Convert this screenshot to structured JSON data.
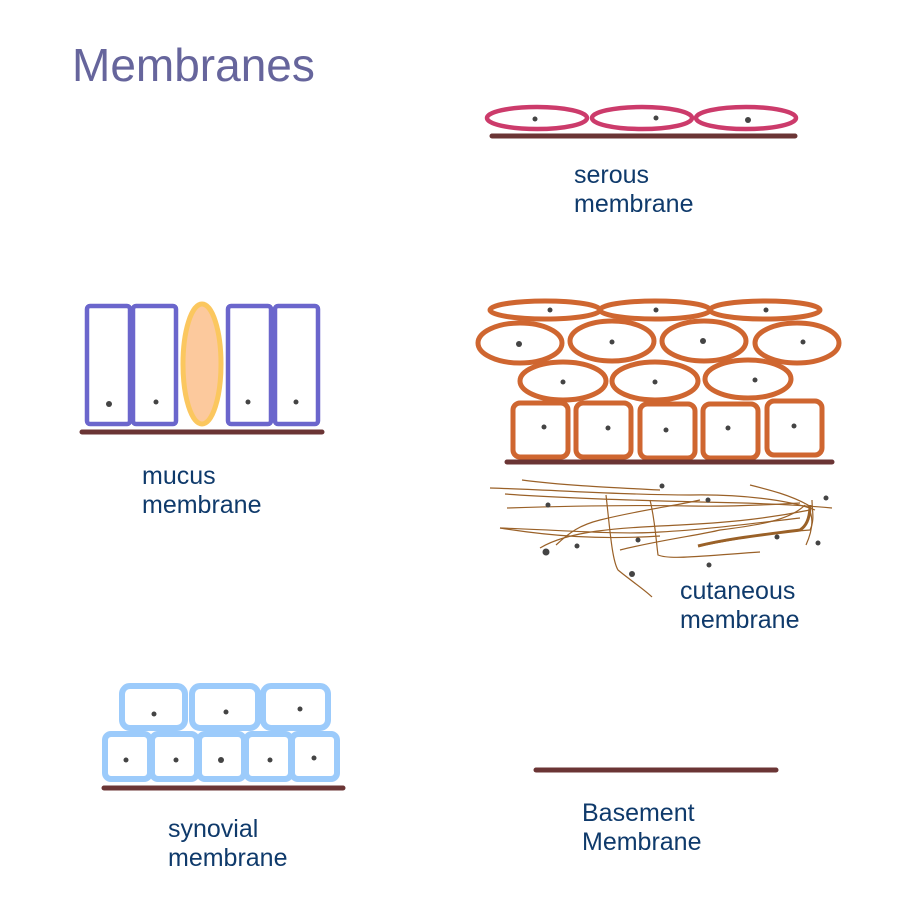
{
  "title": "Membranes",
  "colors": {
    "title": "#66659c",
    "label": "#0f3a6b",
    "basement": "#6b3535",
    "serous": "#cc3b6b",
    "mucus_cell": "#6b66cc",
    "goblet_stroke": "#fbc75f",
    "goblet_fill": "#fcc99d",
    "cutaneous": "#cf6630",
    "connective": "#9a6128",
    "synovial": "#9ccbfb",
    "nucleus": "#444444"
  },
  "labels": {
    "serous": [
      "serous",
      "membrane"
    ],
    "mucus": [
      "mucus",
      "membrane"
    ],
    "cutaneous": [
      "cutaneous",
      "membrane"
    ],
    "synovial": [
      "synovial",
      "membrane"
    ],
    "basement": [
      "Basement",
      "Membrane"
    ]
  }
}
